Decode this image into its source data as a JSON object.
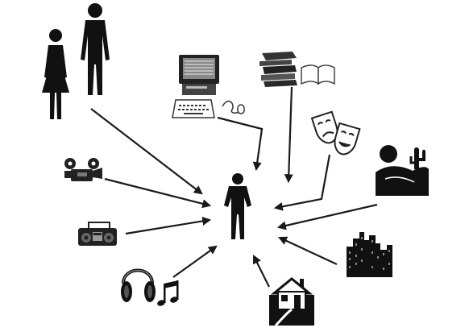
{
  "diagram": {
    "center": {
      "icon": "person-standing-icon"
    },
    "sources": [
      {
        "id": "parents",
        "icon": "woman-and-man-icon"
      },
      {
        "id": "computer",
        "icon": "computer-icon"
      },
      {
        "id": "books",
        "icon": "books-icon"
      },
      {
        "id": "theatre",
        "icon": "theatre-masks-icon"
      },
      {
        "id": "film",
        "icon": "film-projector-icon"
      },
      {
        "id": "desert",
        "icon": "desert-landscape-icon"
      },
      {
        "id": "radio",
        "icon": "boombox-icon"
      },
      {
        "id": "city",
        "icon": "city-skyline-icon"
      },
      {
        "id": "music",
        "icon": "headphones-music-icon"
      },
      {
        "id": "home",
        "icon": "house-icon"
      }
    ],
    "connector": "arrow-pointing-to-center",
    "colors": {
      "ink": "#111111",
      "background": "#ffffff",
      "arrow": "#1a1a1a"
    }
  }
}
